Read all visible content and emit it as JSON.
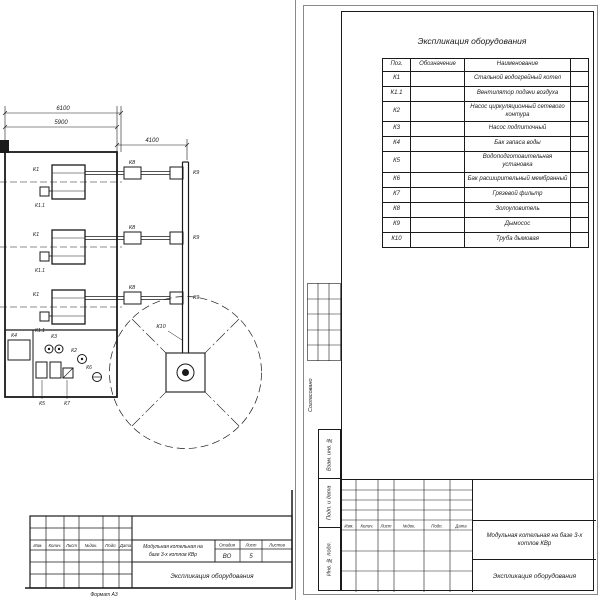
{
  "colors": {
    "line": "#1a1a1a",
    "paper": "#ffffff"
  },
  "drawing_sheet": {
    "dimensions": {
      "width_total": "6100",
      "width_inner": "5900",
      "chimney_offset": "4100"
    },
    "equipment_labels": {
      "k1": "К1",
      "k1_1": "К1.1",
      "k2": "К2",
      "k3": "К3",
      "k4": "К4",
      "k5": "К5",
      "k6": "К6",
      "k7": "К7",
      "k8": "К8",
      "k9": "К9",
      "k10": "К10"
    },
    "title_block": {
      "stamp_cols": [
        "Изм.",
        "Колич.",
        "Лист",
        "№док.",
        "Подп.",
        "Дата"
      ],
      "project_line1": "Модульная котельная на",
      "project_line2": "базе 3-х котлов КВр",
      "doc_name": "Экспликация оборудования",
      "stage_label": "Стадия",
      "sheet_label": "Лист",
      "sheets_label": "Листов",
      "stage_value": "ВО",
      "sheet_value": "5",
      "format_note": "Формат А3"
    }
  },
  "spec_sheet": {
    "table_title": "Экспликация оборудования",
    "table": {
      "col_pos": "Поз.",
      "col_designation": "Обозначение",
      "col_name": "Наименование",
      "col_qty": "",
      "rows": [
        {
          "pos": "К1",
          "designation": "",
          "name": "Стальной водогрейный котел"
        },
        {
          "pos": "К1.1",
          "designation": "",
          "name": "Вентилятор подачи воздуха"
        },
        {
          "pos": "К2",
          "designation": "",
          "name": "Насос циркуляционный сетевого контура"
        },
        {
          "pos": "К3",
          "designation": "",
          "name": "Насос подпиточный"
        },
        {
          "pos": "К4",
          "designation": "",
          "name": "Бак запаса воды"
        },
        {
          "pos": "К5",
          "designation": "",
          "name": "Водоподготовительная установка"
        },
        {
          "pos": "К6",
          "designation": "",
          "name": "Бак расширительный мембранный"
        },
        {
          "pos": "К7",
          "designation": "",
          "name": "Грязевой фильтр"
        },
        {
          "pos": "К8",
          "designation": "",
          "name": "Золоуловитель"
        },
        {
          "pos": "К9",
          "designation": "",
          "name": "Дымосос"
        },
        {
          "pos": "К10",
          "designation": "",
          "name": "Труба дымовая"
        }
      ]
    },
    "margin_stamps": {
      "agreed": "Согласовано",
      "vzam_inv": "Взам. инв. №",
      "podp_data": "Подп. и дата",
      "inv_podl": "Инв. № подл."
    },
    "title_block": {
      "stamp_cols": [
        "Изм.",
        "Колич.",
        "Лист",
        "№док.",
        "Подп.",
        "Дата"
      ],
      "project": "Модульная котельная на базе 3-х котлов КВр",
      "doc_name": "Экспликация оборудования"
    }
  }
}
